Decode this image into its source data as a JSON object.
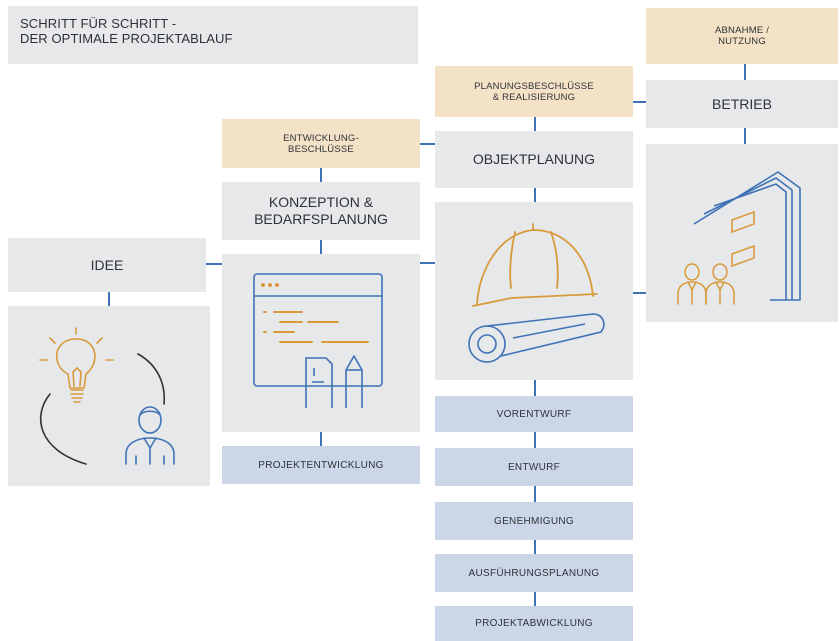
{
  "title": "SCHRITT FÜR SCHRITT -\nDER OPTIMALE PROJEKTABLAUF",
  "phases": {
    "idee": "IDEE",
    "konzeption": "KONZEPTION &\nBEDARFSPLANUNG",
    "objektplanung": "OBJEKTPLANUNG",
    "betrieb": "BETRIEB"
  },
  "decisions": {
    "entwicklung": "ENTWICKLUNG-\nBESCHLÜSSE",
    "planung": "PLANUNGSBESCHLÜSSE\n& REALISIERUNG",
    "abnahme": "ABNAHME /\nNUTZUNG"
  },
  "sub_steps": {
    "projektentwicklung": "PROJEKTENTWICKLUNG",
    "objekt_steps": [
      "VORENTWURF",
      "ENTWURF",
      "GENEHMIGUNG",
      "AUSFÜHRUNGSPLANUNG",
      "PROJEKTABWICKLUNG"
    ]
  },
  "colors": {
    "accent_blue": "#3f72b6",
    "accent_gold": "#d99a3c",
    "panel_grey": "#e6e8ea",
    "decision_tan": "#f4e2c6",
    "step_blue": "#cbd7e9"
  },
  "icons": {
    "idee": [
      "lightbulb-icon",
      "person-icon"
    ],
    "konzeption": [
      "browser-window-icon",
      "document-icon",
      "pencil-icon"
    ],
    "objektplanung": [
      "hard-hat-icon",
      "blueprint-roll-icon"
    ],
    "betrieb": [
      "building-icon",
      "people-icon"
    ]
  }
}
